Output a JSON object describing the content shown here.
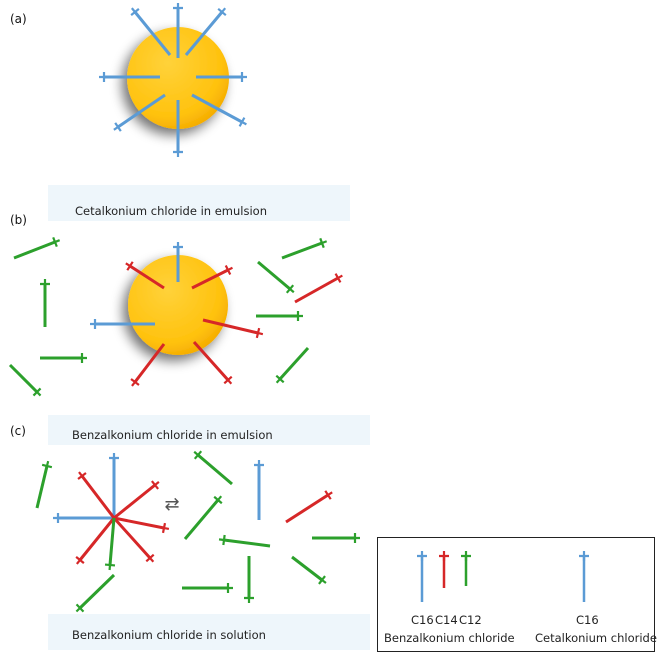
{
  "panels": {
    "a": {
      "label": "(a)",
      "caption": "Cetalkonium chloride in emulsion"
    },
    "b": {
      "label": "(b)",
      "caption": "Benzalkonium chloride in emulsion"
    },
    "c": {
      "label": "(c)",
      "caption": "Benzalkonium chloride in solution"
    }
  },
  "legend": {
    "columns": [
      {
        "name": "C16",
        "color": "#5b9bd5"
      },
      {
        "name": "C14",
        "color": "#d62728"
      },
      {
        "name": "C12",
        "color": "#2ca02c"
      },
      {
        "name": "C16",
        "color": "#5b9bd5"
      }
    ],
    "group_left": "Benzalkonium chloride",
    "group_right": "Cetalkonium chloride"
  },
  "colors": {
    "c16": "#5b9bd5",
    "c14": "#d62728",
    "c12": "#2ca02c",
    "droplet": "#ffc20e",
    "droplet_edge": "#f5a800"
  },
  "symbols": {
    "charge": "+",
    "equilibrium": "⇄"
  }
}
